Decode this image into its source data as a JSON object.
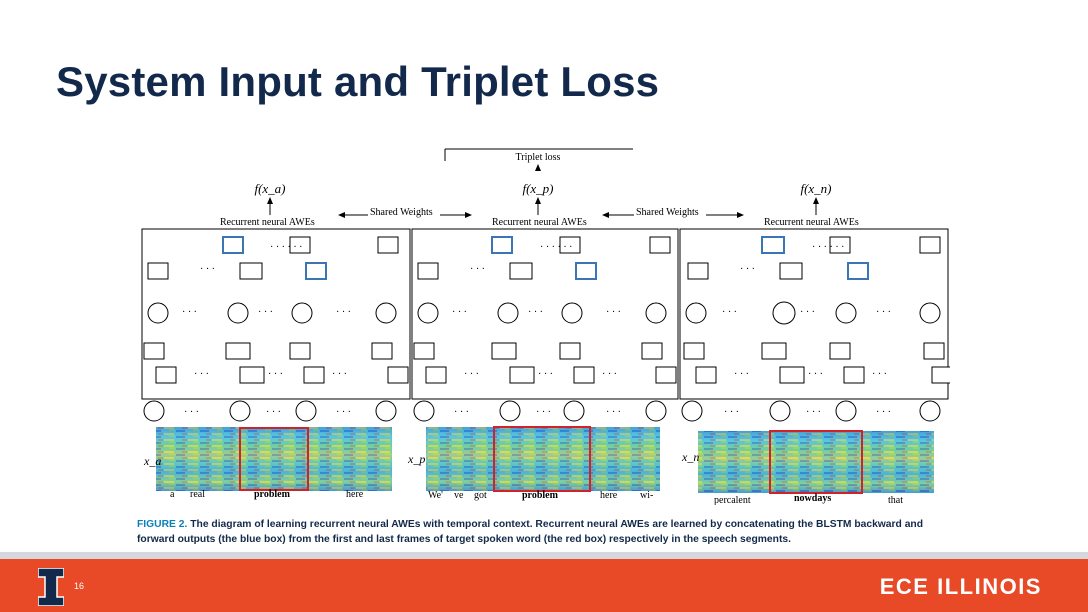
{
  "slide": {
    "title": "System Input and Triplet Loss",
    "page_number": "16",
    "brand": "ECE ILLINOIS"
  },
  "figure": {
    "triplet_loss_label": "Triplet loss",
    "shared_weights_label": "Shared Weights",
    "awe_label": "Recurrent neural AWEs",
    "outputs": [
      "f(x_a)",
      "f(x_p)",
      "f(x_n)"
    ],
    "inputs": [
      "x_a",
      "x_p",
      "x_n"
    ],
    "words": [
      [
        "a",
        "real",
        "problem",
        "here"
      ],
      [
        "We'",
        "ve",
        "got",
        "problem",
        "here",
        "wi-"
      ],
      [
        "percalent",
        "nowdays",
        "that"
      ]
    ],
    "box_colors": {
      "blue": "#3a75b4",
      "red": "#d1212a"
    }
  },
  "caption": {
    "label": "FIGURE 2.",
    "text": "The diagram of learning recurrent neural AWEs with temporal context. Recurrent neural AWEs are learned by concatenating the BLSTM backward and forward outputs (the blue box) from the first and last frames of target spoken word (the red box) respectively in the speech segments."
  }
}
